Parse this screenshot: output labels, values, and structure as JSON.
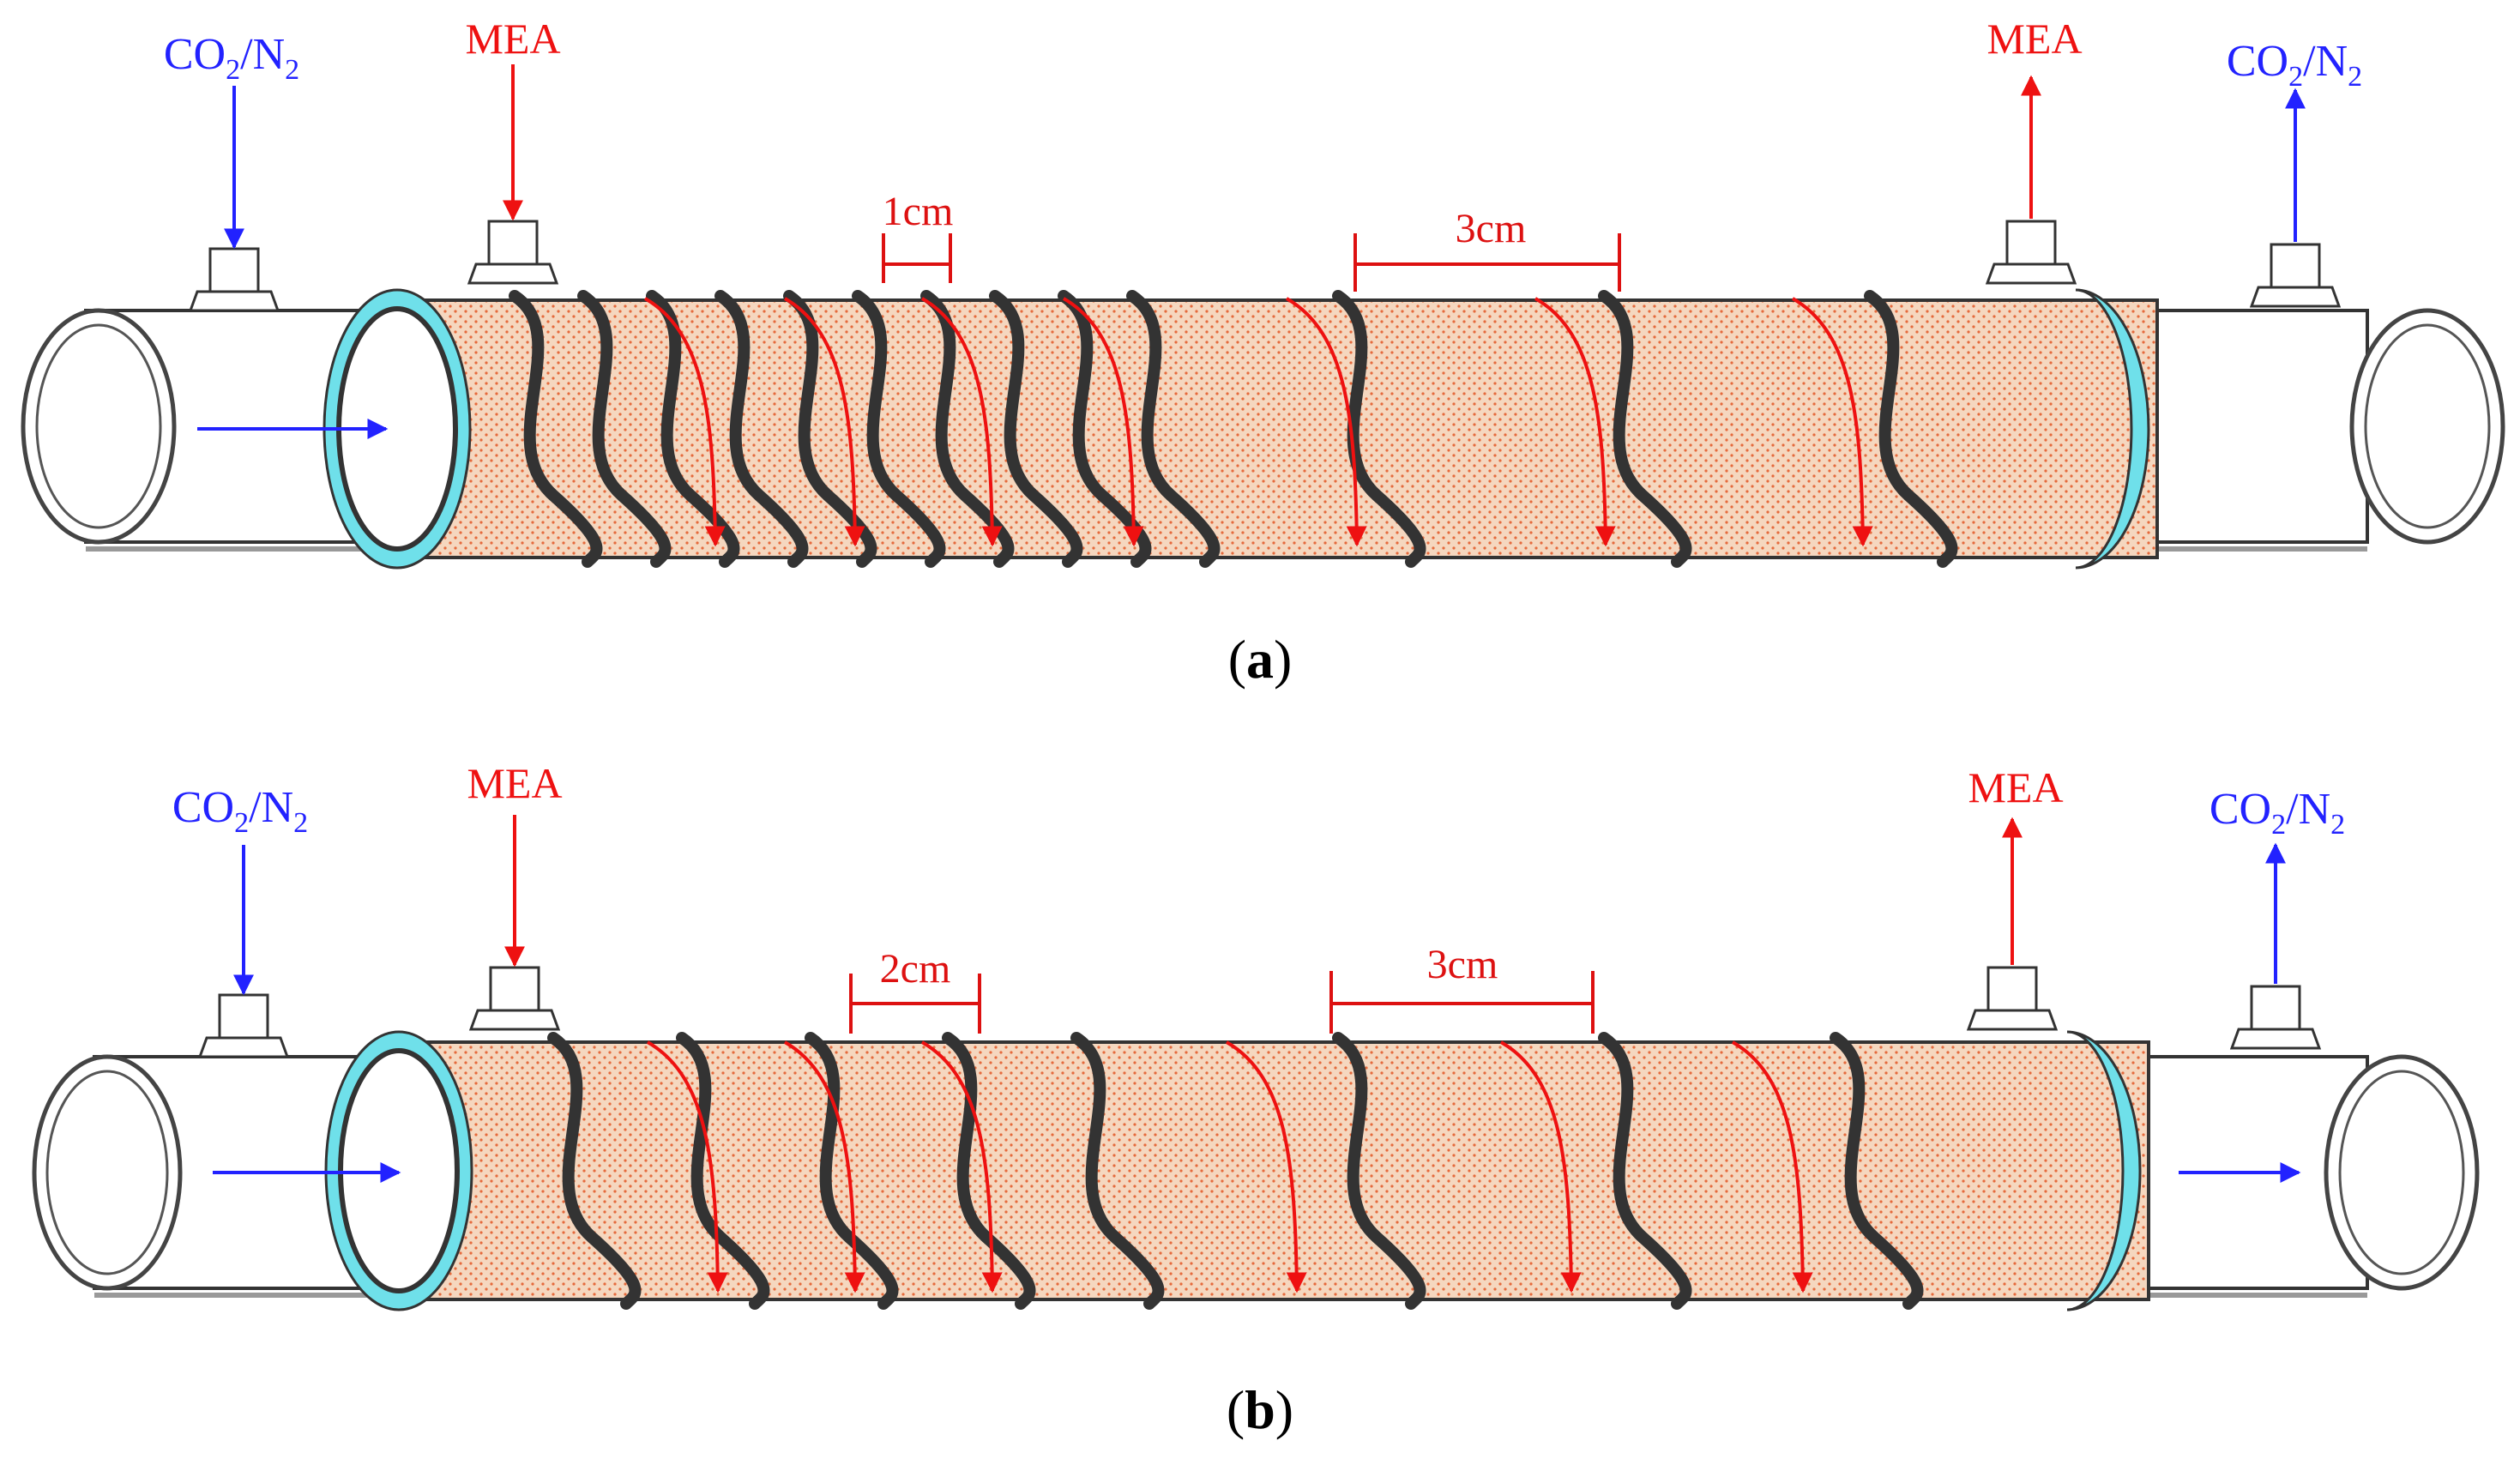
{
  "colors": {
    "gas": "#2222ff",
    "liquid": "#ee1111",
    "membrane_fill": "#f5d7bf",
    "membrane_dot": "#e56a3c",
    "seal": "#6fe0ea",
    "spiral_wire": "#333333",
    "shell": "#ffffff"
  },
  "panels": [
    {
      "caption_open": "(",
      "caption_letter": "a",
      "caption_close": ")",
      "gas_inlet": {
        "main": "CO",
        "sub1": "2",
        "mid": "/N",
        "sub2": "2"
      },
      "gas_outlet": {
        "main": "CO",
        "sub1": "2",
        "mid": "/N",
        "sub2": "2"
      },
      "liquid_inlet": "MEA",
      "liquid_outlet": "MEA",
      "pitch_dense": "1cm",
      "pitch_sparse": "3cm",
      "outlet_flow_arrow": false
    },
    {
      "caption_open": "(",
      "caption_letter": "b",
      "caption_close": ")",
      "gas_inlet": {
        "main": "CO",
        "sub1": "2",
        "mid": "/N",
        "sub2": "2"
      },
      "gas_outlet": {
        "main": "CO",
        "sub1": "2",
        "mid": "/N",
        "sub2": "2"
      },
      "liquid_inlet": "MEA",
      "liquid_outlet": "MEA",
      "pitch_dense": "2cm",
      "pitch_sparse": "3cm",
      "outlet_flow_arrow": true
    }
  ]
}
